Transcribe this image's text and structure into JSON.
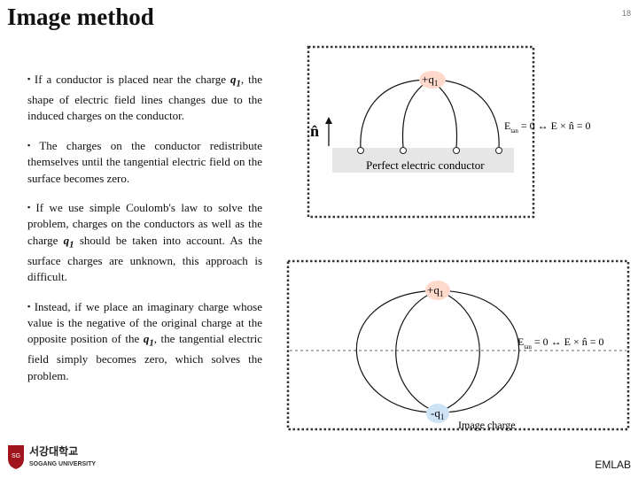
{
  "slide": {
    "title": "Image method",
    "page_number": "18",
    "footer": "EMLAB"
  },
  "bullets": [
    {
      "pre": "If a conductor is placed near the charge ",
      "q": "q",
      "sub": "1",
      "post": ", the shape of electric field lines changes due to the induced charges on the conductor."
    },
    {
      "pre": "The charges on the conductor redistribute themselves until the tangential electric field on the surface becomes zero.",
      "q": "",
      "sub": "",
      "post": ""
    },
    {
      "pre": "If we use simple Coulomb's law to solve the problem, charges on the conductors as well as the charge ",
      "q": "q",
      "sub": "1",
      "post": " should be taken into account. As the surface charges are unknown, this approach is difficult."
    },
    {
      "pre": "Instead, if we place an imaginary charge whose value is the negative of the original charge at the opposite position of the ",
      "q": "q",
      "sub": "1",
      "post": ", the tangential electric field simply becomes zero, which solves the problem."
    }
  ],
  "figure_top": {
    "charge_label": "+q",
    "charge_sub": "1",
    "normal_label": "n̂",
    "condition_pre": "E",
    "condition_sub": "tan",
    "condition_post": " = 0 ↔ E × n̂ = 0",
    "conductor_label": "Perfect  electric conductor"
  },
  "figure_bottom": {
    "charge_label": "+q",
    "charge_sub": "1",
    "image_label": "-q",
    "image_sub": "1",
    "image_caption": "Image charge",
    "condition_pre": "E",
    "condition_sub": "tan",
    "condition_post": " = 0 ↔ E × n̂ = 0"
  },
  "logo": {
    "korean": "서강대학교",
    "english": "SOGANG UNIVERSITY"
  },
  "colors": {
    "charge_fill": "#ffd9cc",
    "image_fill": "#cfe3f7",
    "conductor_fill": "#e6e6e6",
    "line": "#111111"
  }
}
